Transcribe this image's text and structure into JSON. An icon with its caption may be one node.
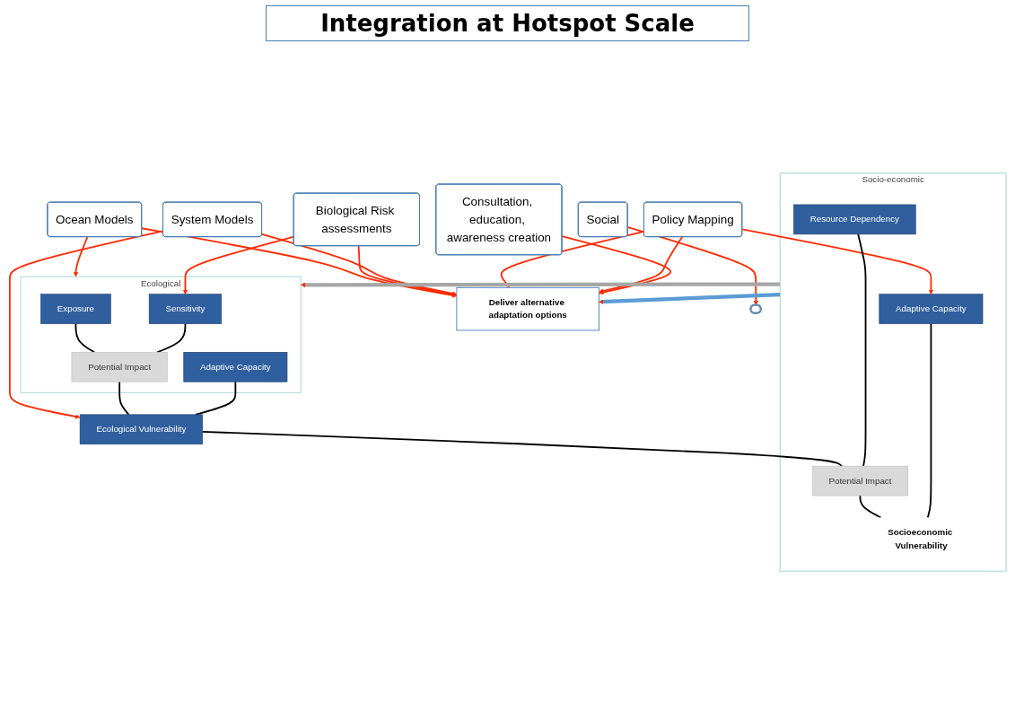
{
  "diagram": {
    "title": "Integration at Hotspot Scale",
    "nodes": [
      {
        "text": [
          "Ocean Models"
        ]
      },
      {
        "text": [
          "Biological Risk assessments"
        ]
      },
      {
        "text": [
          "System Models"
        ]
      },
      {
        "text": [
          "Social"
        ]
      },
      {
        "text": [
          "Policy Mapping"
        ]
      },
      {
        "text": [
          "Consultation, education, awareness creation"
        ]
      },
      {
        "text": [
          "Deliver alternative adaptation options"
        ]
      },
      {
        "text": [
          "Ecological"
        ]
      },
      {
        "text": [
          "Exposure"
        ],
        "in": 7
      },
      {
        "text": [
          "Sensitivity"
        ],
        "in": 7
      },
      {
        "text": [
          "Potential Impact"
        ],
        "in": 7
      },
      {
        "text": [
          "Adaptive Capacity"
        ],
        "in": 7
      },
      {
        "text": [
          "Ecological Vulnerability"
        ]
      },
      {
        "text": [
          "Resource Dependency"
        ],
        "in": 14
      },
      {
        "text": [
          "Socio-economic"
        ]
      },
      {
        "text": [
          "Potential Impact"
        ],
        "in": 14
      },
      {
        "text": [
          "Adaptive Capacity"
        ],
        "in": 14
      },
      {
        "text": [
          "Socioeconomic Vulnerability"
        ],
        "in": 14
      },
      {
        "text": [],
        "shape": "ellipse"
      }
    ],
    "edges": [
      {
        "from": 0,
        "to": 7,
        "arrow": "to"
      },
      {
        "from": 0,
        "to": 6,
        "arrow": "to"
      },
      {
        "from": 1,
        "to": 9,
        "arrow": "to"
      },
      {
        "from": 1,
        "to": 6,
        "arrow": "to"
      },
      {
        "from": 2,
        "to": 12,
        "arrow": "to"
      },
      {
        "from": 2,
        "to": 6,
        "arrow": "to"
      },
      {
        "from": 3,
        "to": 18,
        "arrow": "to"
      },
      {
        "from": 4,
        "to": 16,
        "arrow": "to"
      },
      {
        "from": 4,
        "to": 6,
        "arrow": "to"
      },
      {
        "from": 4,
        "to": 6,
        "arrow": "to"
      },
      {
        "from": 5,
        "to": 6,
        "arrow": "to"
      },
      {
        "from": 8,
        "to": 10,
        "arrow": "none",
        "color": "#000000"
      },
      {
        "from": 9,
        "to": 10,
        "arrow": "none",
        "color": "#000000"
      },
      {
        "from": 10,
        "to": 12,
        "arrow": "none",
        "color": "#000000"
      },
      {
        "from": 11,
        "to": 12,
        "arrow": "none",
        "color": "#000000"
      },
      {
        "from": 12,
        "to": 15,
        "arrow": "none",
        "color": "#000000"
      },
      {
        "from": 13,
        "to": 15,
        "arrow": "none",
        "color": "#000000"
      },
      {
        "from": 15,
        "to": 17,
        "arrow": "none",
        "color": "#000000"
      },
      {
        "from": 16,
        "to": 17,
        "arrow": "none",
        "color": "#000000"
      },
      {
        "from": 14,
        "to": 6,
        "arrow": "to",
        "style": "thick",
        "color": "#5b9bd5"
      },
      {
        "from": 14,
        "to": 7,
        "arrow": "to",
        "style": "thick",
        "color": "#a6a6a6"
      }
    ]
  }
}
